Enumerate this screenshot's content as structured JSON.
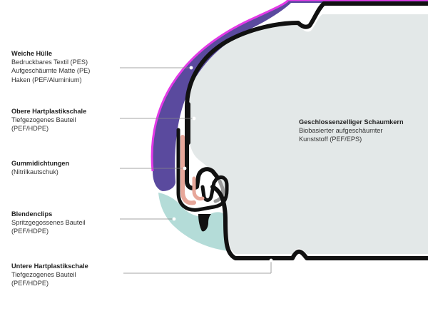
{
  "labels": {
    "soft_shell": {
      "title": "Weiche Hülle",
      "lines": [
        "Bedruckbares Textil (PES)",
        "Aufgeschäumte Matte (PE)",
        "Haken (PEF/Aluminium)"
      ]
    },
    "upper_shell": {
      "title": "Obere Hartplastikschale",
      "lines": [
        "Tiefgezogenes Bauteil",
        "(PEF/HDPE)"
      ]
    },
    "rubber_seals": {
      "title": "Gummidichtungen",
      "lines": [
        "(Nitrilkautschuk)"
      ]
    },
    "blend_clips": {
      "title": "Blendenclips",
      "lines": [
        "Spritzgegossenes Bauteil",
        "(PEF/HDPE)"
      ]
    },
    "lower_shell": {
      "title": "Untere Hartplastikschale",
      "lines": [
        "Tiefgezogenes Bauteil",
        "(PEF/HDPE)"
      ]
    },
    "foam_core": {
      "title": "Geschlossenzelliger Schaumkern",
      "lines": [
        "Biobasierter aufgeschäumter",
        "Kunststoff (PEF/EPS)"
      ]
    }
  },
  "colors": {
    "foam_core": "#e3e8e8",
    "soft_shell": "#5a4a9e",
    "soft_shell_edge": "#e23ae6",
    "hard_shell": "#111111",
    "rubber": "#e7a79a",
    "clip": "#b4dcd8",
    "leader": "#888888"
  }
}
